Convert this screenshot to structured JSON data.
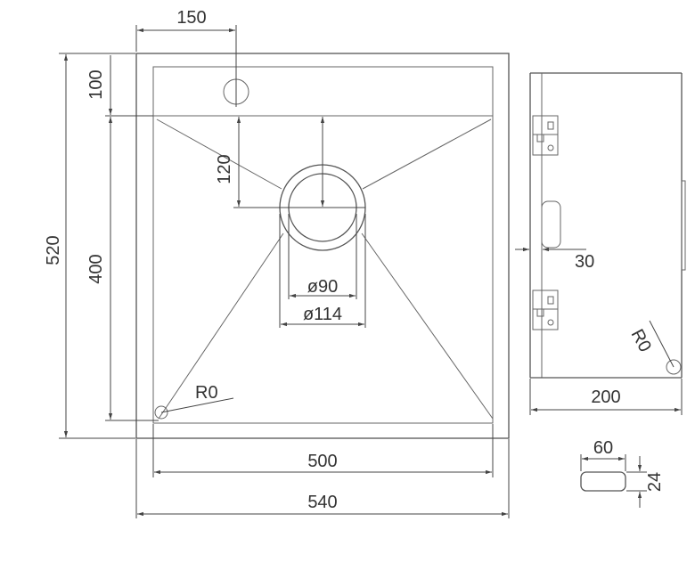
{
  "drawing": {
    "dimensions": {
      "top_offset": "150",
      "height_100": "100",
      "height_120": "120",
      "overall_height": "520",
      "inner_height": "400",
      "drain_inner": "ø90",
      "drain_outer": "ø114",
      "corner_radius_front": "R0",
      "inner_width": "500",
      "overall_width": "540",
      "side_offset": "30",
      "corner_radius_side": "R0",
      "depth": "200",
      "overflow_width": "60",
      "overflow_height": "24"
    },
    "colors": {
      "line": "#555555",
      "text": "#333333",
      "background": "#ffffff"
    }
  }
}
